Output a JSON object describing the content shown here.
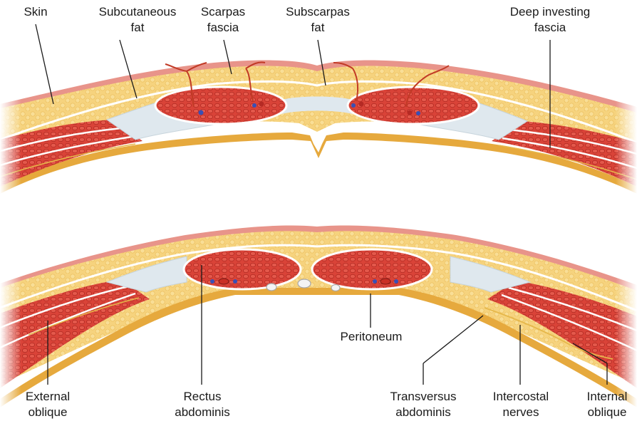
{
  "labels": {
    "top": {
      "skin": "Skin",
      "subcutaneous_fat": [
        "Subcutaneous",
        "fat"
      ],
      "scarpas_fascia": [
        "Scarpas",
        "fascia"
      ],
      "subscarpas_fat": [
        "Subscarpas",
        "fat"
      ],
      "deep_investing_fascia": [
        "Deep investing",
        "fascia"
      ]
    },
    "middle": {
      "peritoneum": "Peritoneum"
    },
    "bottom": {
      "external_oblique": [
        "External",
        "oblique"
      ],
      "rectus_abdominis": [
        "Rectus",
        "abdominis"
      ],
      "transversus_abdominis": [
        "Transversus",
        "abdominis"
      ],
      "intercostal_nerves": [
        "Intercostal",
        "nerves"
      ],
      "internal_oblique": [
        "Internal",
        "oblique"
      ]
    }
  },
  "colors": {
    "skin": "#e8948a",
    "skin_outline": "#d0675c",
    "fat": "#f6d37e",
    "fat_dark": "#e9b64f",
    "fascia": "#dfe8ee",
    "muscle": "#d9433a",
    "muscle_dark": "#b52a24",
    "peritoneum": "#e6a93d",
    "vessel_blue": "#3a4fb5"
  }
}
